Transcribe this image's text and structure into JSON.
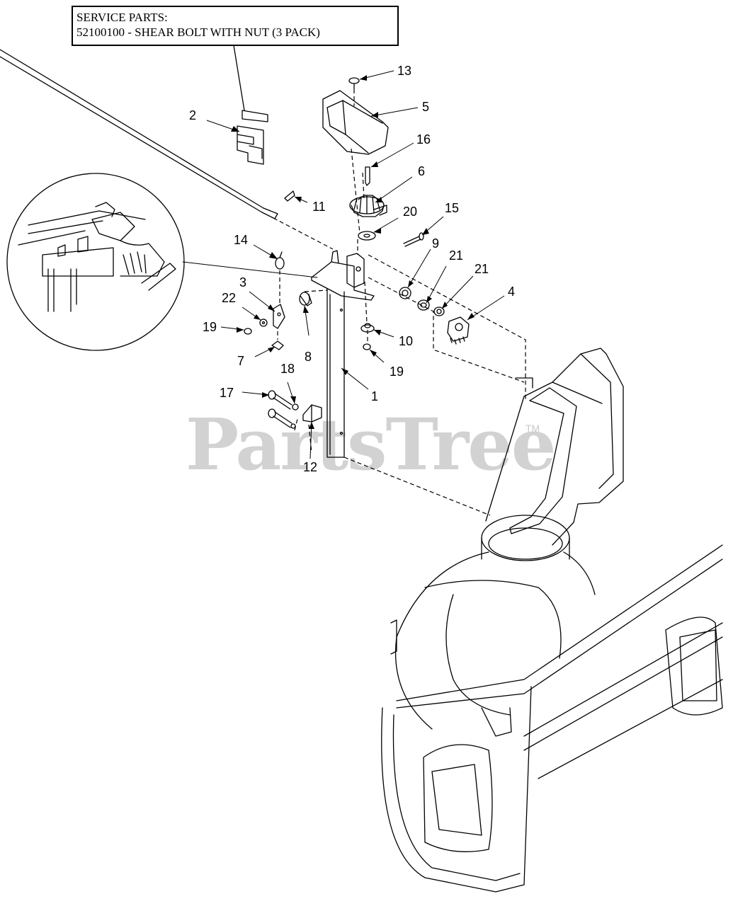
{
  "service_parts": {
    "heading": "SERVICE PARTS:",
    "line": "52100100 - SHEAR BOLT WITH NUT (3 PACK)"
  },
  "watermark": {
    "brand": "PartsTree",
    "trademark": "TM"
  },
  "callouts": [
    "13",
    "5",
    "2",
    "16",
    "6",
    "11",
    "20",
    "15",
    "14",
    "9",
    "21",
    "21",
    "3",
    "22",
    "4",
    "19",
    "10",
    "7",
    "8",
    "19",
    "18",
    "17",
    "1",
    "12"
  ]
}
